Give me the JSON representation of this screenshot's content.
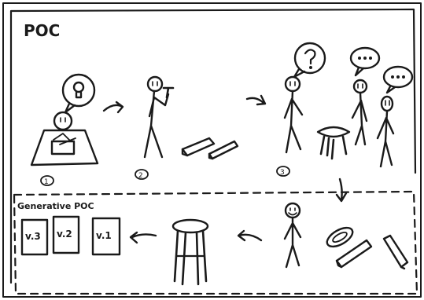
{
  "title": "POC",
  "steps": [
    "1",
    "2",
    "3"
  ],
  "generative_label": "Generative POC",
  "versions": [
    "v.3",
    "v.2",
    "v.1"
  ],
  "colors": {
    "ink": "#1a1a1a",
    "paper": "#ffffff"
  },
  "icons": {
    "idea": "lightbulb-icon",
    "question": "question-mark-icon",
    "speech": "speech-bubble-icon"
  }
}
